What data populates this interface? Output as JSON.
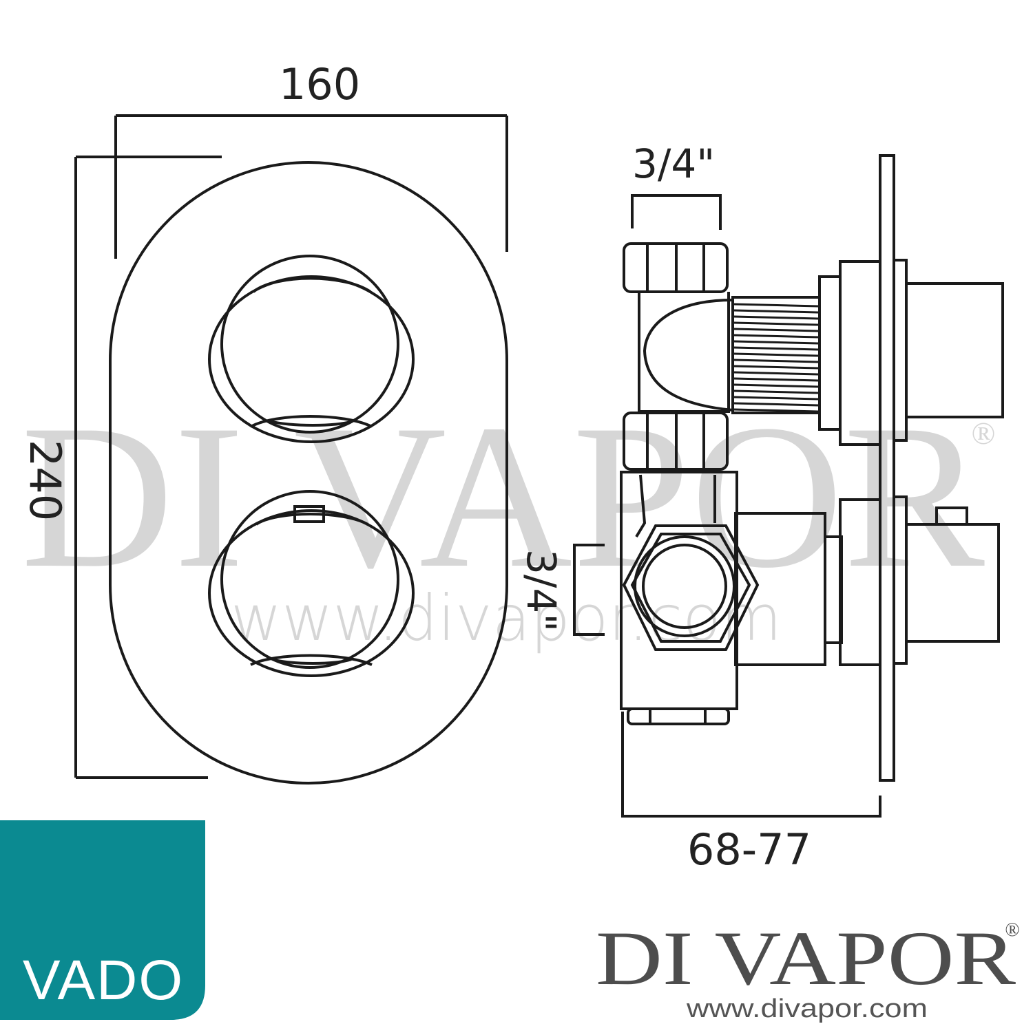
{
  "dimensions": {
    "width": "160",
    "height": "240",
    "top_inlet": "3/4\"",
    "side_inlet": "3/4\"",
    "depth": "68-77"
  },
  "watermark": {
    "name": "DI VAPOR",
    "registered": "®",
    "url": "www.divapor.com"
  },
  "logos": {
    "vado": {
      "text": "VADO",
      "color": "#0b8a91"
    },
    "divapor": {
      "name": "DI VAPOR",
      "registered": "®",
      "url": "www.divapor.com"
    }
  },
  "colors": {
    "line": "#1a1a1a",
    "watermark": "#c9c9c9",
    "teal": "#0b8a91"
  }
}
